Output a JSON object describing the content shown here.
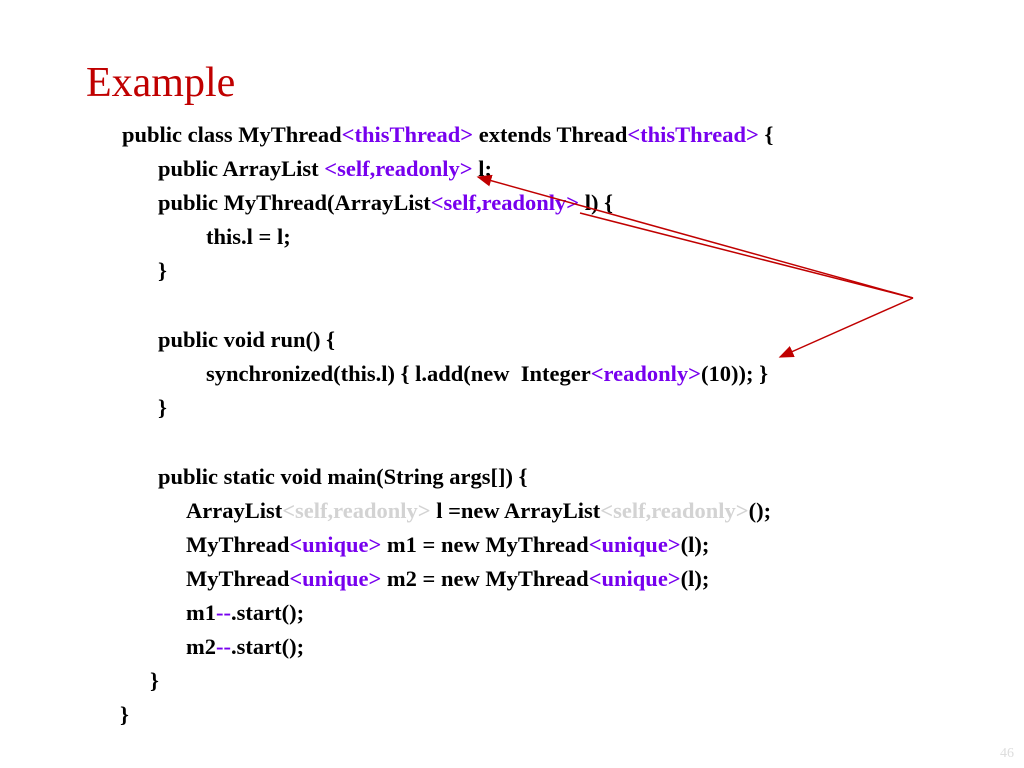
{
  "slide": {
    "title": "Example",
    "page_number": "46",
    "lines": [
      {
        "id": "l1",
        "segs": [
          {
            "t": "public class MyThread",
            "c": "k"
          },
          {
            "t": "<thisThread>",
            "c": "p"
          },
          {
            "t": " extends Thread",
            "c": "k"
          },
          {
            "t": "<thisThread>",
            "c": "p"
          },
          {
            "t": " {",
            "c": "k"
          }
        ]
      },
      {
        "id": "l2",
        "segs": [
          {
            "t": "public ArrayList ",
            "c": "k"
          },
          {
            "t": "<self,readonly>",
            "c": "p"
          },
          {
            "t": " l;",
            "c": "k"
          }
        ]
      },
      {
        "id": "l3",
        "segs": [
          {
            "t": "public MyThread(ArrayList",
            "c": "k"
          },
          {
            "t": "<self,readonly>",
            "c": "p"
          },
          {
            "t": " l) {",
            "c": "k"
          }
        ]
      },
      {
        "id": "l4",
        "segs": [
          {
            "t": "this.l = l;",
            "c": "k"
          }
        ]
      },
      {
        "id": "l5",
        "segs": [
          {
            "t": "}",
            "c": "k"
          }
        ]
      },
      {
        "id": "l6",
        "segs": [
          {
            "t": "public void run() {",
            "c": "k"
          }
        ]
      },
      {
        "id": "l7",
        "segs": [
          {
            "t": "synchronized(this.l) { l.add(new  Integer",
            "c": "k"
          },
          {
            "t": "<readonly>",
            "c": "p"
          },
          {
            "t": "(10)); }",
            "c": "k"
          }
        ]
      },
      {
        "id": "l8",
        "segs": [
          {
            "t": "}",
            "c": "k"
          }
        ]
      },
      {
        "id": "l9",
        "segs": [
          {
            "t": "public static void main(String args[]) {",
            "c": "k"
          }
        ]
      },
      {
        "id": "l10",
        "segs": [
          {
            "t": "ArrayList",
            "c": "k"
          },
          {
            "t": "<self,readonly>",
            "c": "g"
          },
          {
            "t": " l =new ArrayList",
            "c": "k"
          },
          {
            "t": "<self,readonly>",
            "c": "g"
          },
          {
            "t": "();",
            "c": "k"
          }
        ]
      },
      {
        "id": "l11",
        "segs": [
          {
            "t": "MyThread",
            "c": "k"
          },
          {
            "t": "<unique>",
            "c": "p"
          },
          {
            "t": " m1 = new MyThread",
            "c": "k"
          },
          {
            "t": "<unique>",
            "c": "p"
          },
          {
            "t": "(l);",
            "c": "k"
          }
        ]
      },
      {
        "id": "l12",
        "segs": [
          {
            "t": "MyThread",
            "c": "k"
          },
          {
            "t": "<unique>",
            "c": "p"
          },
          {
            "t": " m2 = new MyThread",
            "c": "k"
          },
          {
            "t": "<unique>",
            "c": "p"
          },
          {
            "t": "(l);",
            "c": "k"
          }
        ]
      },
      {
        "id": "l13",
        "segs": [
          {
            "t": "m1",
            "c": "k"
          },
          {
            "t": "--",
            "c": "p"
          },
          {
            "t": ".start();",
            "c": "k"
          }
        ]
      },
      {
        "id": "l14",
        "segs": [
          {
            "t": "m2",
            "c": "k"
          },
          {
            "t": "--",
            "c": "p"
          },
          {
            "t": ".start();",
            "c": "k"
          }
        ]
      },
      {
        "id": "l15",
        "segs": [
          {
            "t": "}",
            "c": "k"
          }
        ]
      },
      {
        "id": "l16",
        "segs": [
          {
            "t": "}",
            "c": "k"
          }
        ]
      }
    ]
  },
  "colors": {
    "title": "#c00000",
    "annotation": "#7700ee",
    "dimmed": "#d3d3d3",
    "arrow": "#c00000"
  }
}
